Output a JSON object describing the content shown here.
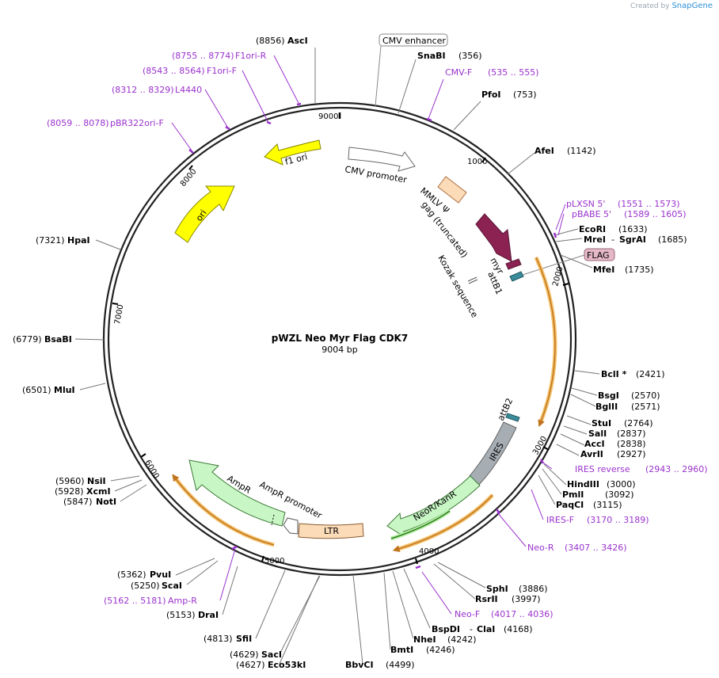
{
  "credit": {
    "prefix": "Created by",
    "brand": "SnapGene"
  },
  "plasmid": {
    "name": "pWZL Neo Myr Flag CDK7",
    "size": "9004 bp"
  },
  "ticks": [
    "1000",
    "2000",
    "3000",
    "4000",
    "5000",
    "6000",
    "7000",
    "8000",
    "9000"
  ],
  "enzymes": [
    {
      "name": "AscI",
      "pos": "(8856)"
    },
    {
      "name": "SnaBI",
      "pos": "(356)"
    },
    {
      "name": "PfoI",
      "pos": "(753)"
    },
    {
      "name": "AfeI",
      "pos": "(1142)"
    },
    {
      "name": "EcoRI",
      "pos": "(1633)"
    },
    {
      "name": "MreI",
      "sep": "-",
      "name2": "SgrAI",
      "pos": "(1685)"
    },
    {
      "name": "MfeI",
      "pos": "(1735)"
    },
    {
      "name": "BclI *",
      "pos": "(2421)"
    },
    {
      "name": "BsgI",
      "pos": "(2570)"
    },
    {
      "name": "BglII",
      "pos": "(2571)"
    },
    {
      "name": "StuI",
      "pos": "(2764)"
    },
    {
      "name": "SalI",
      "pos": "(2837)"
    },
    {
      "name": "AccI",
      "pos": "(2838)"
    },
    {
      "name": "AvrII",
      "pos": "(2927)"
    },
    {
      "name": "HindIII",
      "pos": "(3000)"
    },
    {
      "name": "PmlI",
      "pos": "(3092)"
    },
    {
      "name": "PaqCI",
      "pos": "(3115)"
    },
    {
      "name": "SphI",
      "pos": "(3886)"
    },
    {
      "name": "RsrII",
      "pos": "(3997)"
    },
    {
      "name": "BspDI",
      "sep": "-",
      "name2": "ClaI",
      "pos": "(4168)"
    },
    {
      "name": "NheI",
      "pos": "(4242)"
    },
    {
      "name": "BmtI",
      "pos": "(4246)"
    },
    {
      "name": "BbvCI",
      "pos": "(4499)"
    },
    {
      "name": "SacI",
      "pos": "(4629)"
    },
    {
      "name": "Eco53kI",
      "pos": "(4627)"
    },
    {
      "name": "SfiI",
      "pos": "(4813)"
    },
    {
      "name": "DraI",
      "pos": "(5153)"
    },
    {
      "name": "ScaI",
      "pos": "(5250)"
    },
    {
      "name": "PvuI",
      "pos": "(5362)"
    },
    {
      "name": "NotI",
      "pos": "(5847)"
    },
    {
      "name": "XcmI",
      "pos": "(5928)"
    },
    {
      "name": "NsiI",
      "pos": "(5960)"
    },
    {
      "name": "MluI",
      "pos": "(6501)"
    },
    {
      "name": "BsaBI",
      "pos": "(6779)"
    },
    {
      "name": "HpaI",
      "pos": "(7321)"
    }
  ],
  "primers": [
    {
      "name": "CMV-F",
      "pos": "(535 .. 555)"
    },
    {
      "name": "pLXSN 5'",
      "pos": "(1551 .. 1573)"
    },
    {
      "name": "pBABE 5'",
      "pos": "(1589 .. 1605)"
    },
    {
      "name": "IRES reverse",
      "pos": "(2943 .. 2960)"
    },
    {
      "name": "IRES-F",
      "pos": "(3170 .. 3189)"
    },
    {
      "name": "Neo-R",
      "pos": "(3407 .. 3426)"
    },
    {
      "name": "Neo-F",
      "pos": "(4017 .. 4036)"
    },
    {
      "name": "Amp-R",
      "pos": "(5162 .. 5181)"
    },
    {
      "name": "pBR322ori-F",
      "pos": "(8059 .. 8078)"
    },
    {
      "name": "L4440",
      "pos": "(8312 .. 8329)"
    },
    {
      "name": "F1ori-F",
      "pos": "(8543 .. 8564)"
    },
    {
      "name": "F1ori-R",
      "pos": "(8755 .. 8774)"
    }
  ],
  "features": {
    "cmv_enhancer": "CMV enhancer",
    "cmv_promoter": "CMV promoter",
    "mmlv": "MMLV Ψ",
    "gag": "gag (truncated)",
    "myr": "myr",
    "attb1": "attB1",
    "kozak": "Kozak sequence",
    "flag": "FLAG",
    "attb2": "attB2",
    "ires": "IRES",
    "neor": "NeoR/KanR",
    "ampr": "AmpR",
    "ampr_promoter": "AmpR promoter",
    "ltr": "LTR",
    "f1ori": "f1 ori",
    "ori": "ori"
  },
  "colors": {
    "backbone": "#222222",
    "primer": "#9a32cd",
    "orf_highlight": "#f5c26b",
    "yellow": "#ffff00",
    "green_feat": "#c8f7c5",
    "gray_feat": "#a6aeb4",
    "peach": "#fcdcb8",
    "maroon": "#8b2252",
    "teal": "#3a8c9a",
    "flag_fill": "#e4b8c7"
  }
}
